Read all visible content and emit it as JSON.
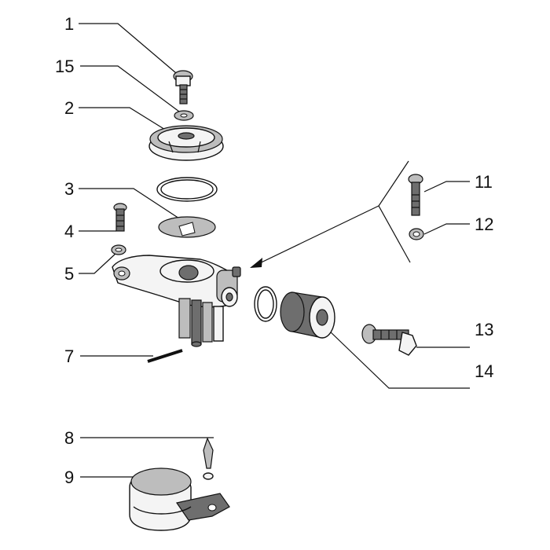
{
  "diagram": {
    "callouts": [
      {
        "id": "c1",
        "label": "1"
      },
      {
        "id": "c15",
        "label": "15"
      },
      {
        "id": "c2",
        "label": "2"
      },
      {
        "id": "c3",
        "label": "3"
      },
      {
        "id": "c4",
        "label": "4"
      },
      {
        "id": "c5",
        "label": "5"
      },
      {
        "id": "c7",
        "label": "7"
      },
      {
        "id": "c8",
        "label": "8"
      },
      {
        "id": "c9",
        "label": "9"
      },
      {
        "id": "c11",
        "label": "11"
      },
      {
        "id": "c12",
        "label": "12"
      },
      {
        "id": "c13",
        "label": "13"
      },
      {
        "id": "c14",
        "label": "14"
      }
    ]
  }
}
